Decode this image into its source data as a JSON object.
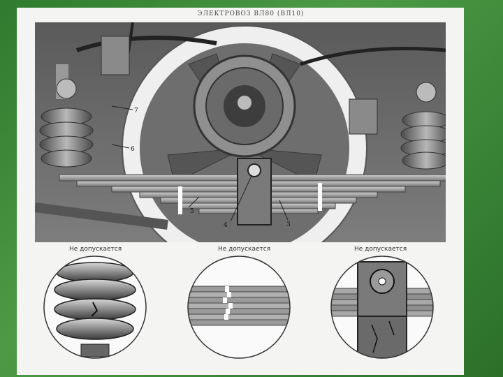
{
  "document": {
    "title": "ЭЛЕКТРОВОЗ ВЛ80 (ВЛ10)",
    "callouts": [
      "7",
      "6",
      "5",
      "4",
      "3"
    ]
  },
  "details": [
    {
      "caption": "Не допускается"
    },
    {
      "caption": "Не допускается"
    },
    {
      "caption": "Не допускается"
    }
  ],
  "colors": {
    "slide_background": "#3f8a3c",
    "paper": "#f4f4f2",
    "metal_dark": "#3a3a3a",
    "metal_mid": "#8a8a8a",
    "metal_light": "#c9c9c9"
  }
}
